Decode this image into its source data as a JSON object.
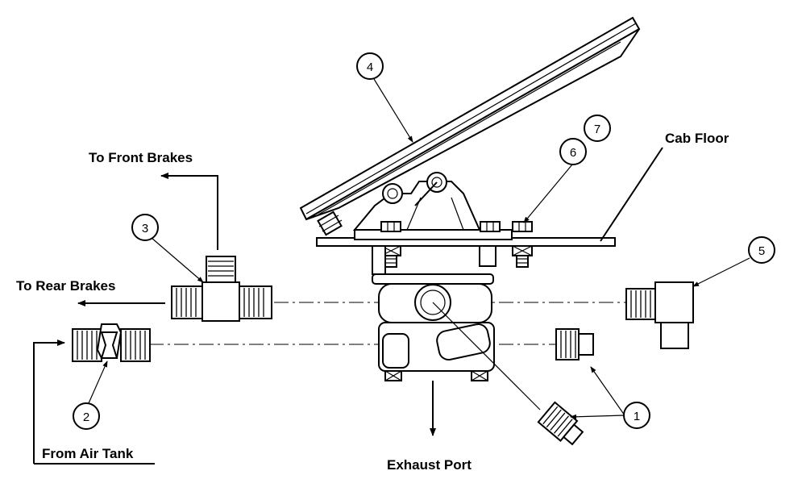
{
  "labels": {
    "front_brakes": "To Front Brakes",
    "rear_brakes": "To  Rear Brakes",
    "air_tank": "From Air Tank",
    "cab_floor": "Cab Floor",
    "exhaust_port": "Exhaust Port"
  },
  "callouts": [
    "1",
    "2",
    "3",
    "4",
    "5",
    "6",
    "7"
  ]
}
